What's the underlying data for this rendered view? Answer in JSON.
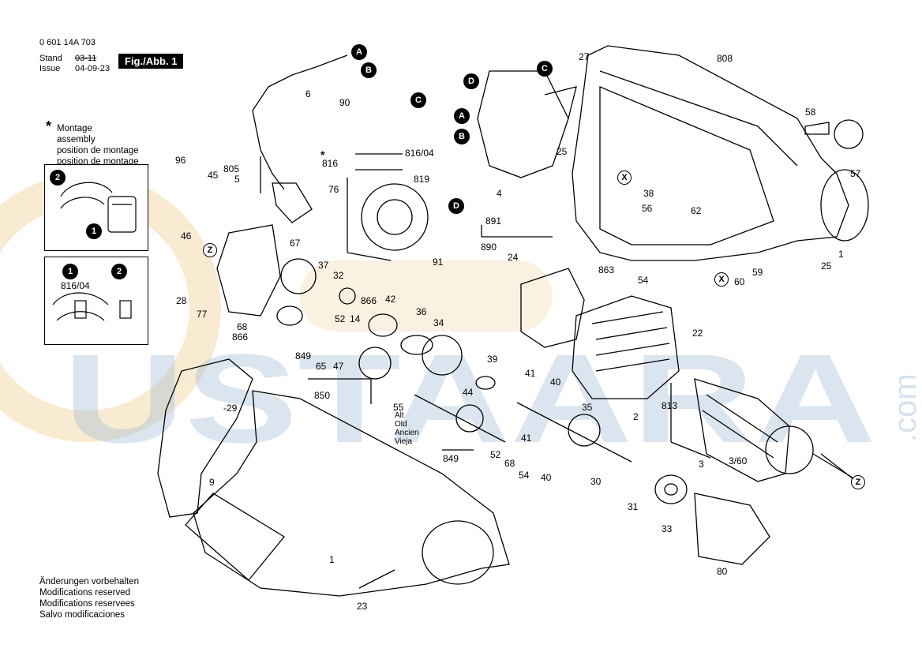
{
  "header": {
    "doc_number": "0 601 14A 703",
    "stand_label": "Stand",
    "stand_value": "03-11",
    "issue_label": "Issue",
    "issue_value": "04-09-23",
    "figure_label": "Fig./Abb. 1"
  },
  "watermark": {
    "text": "USTAARA",
    "suffix": ".com",
    "color": "#9ab7d3"
  },
  "assembly_note": {
    "symbol": "*",
    "lines": [
      "Montage",
      "assembly",
      "position de montage",
      "position de montage"
    ]
  },
  "inset": {
    "step1": "1",
    "step2": "2",
    "part": "816/04"
  },
  "letters": {
    "A": "A",
    "B": "B",
    "C": "C",
    "D": "D",
    "X": "X",
    "Z": "Z"
  },
  "old_version": {
    "lines": [
      "Alt",
      "Old",
      "Ancien",
      "Vieja"
    ]
  },
  "footer": {
    "lines": [
      "Änderungen vorbehalten",
      "Modifications reserved",
      "Modifications reservees",
      "Salvo modificaciones"
    ]
  },
  "labels": {
    "p1a": "1",
    "p1b": "1",
    "p2": "2",
    "p3": "3",
    "p360": "3/60",
    "p4": "4",
    "p5": "5",
    "p6": "6",
    "p9": "9",
    "p14": "14",
    "p22": "22",
    "p23": "23",
    "p24": "24",
    "p25a": "25",
    "p25b": "25",
    "p27": "27",
    "p28": "28",
    "p29": "-29",
    "p30": "30",
    "p31": "31",
    "p32": "32",
    "p33": "33",
    "p34": "34",
    "p35": "35",
    "p36": "36",
    "p37": "37",
    "p38": "38",
    "p39": "39",
    "p40a": "40",
    "p40b": "40",
    "p41a": "41",
    "p41b": "41",
    "p42": "42",
    "p44": "44",
    "p45": "45",
    "p46": "46",
    "p47": "47",
    "p52a": "52",
    "p52b": "52",
    "p54a": "54",
    "p54b": "54",
    "p55": "55",
    "p56": "56",
    "p57": "57",
    "p58": "58",
    "p59": "59",
    "p60": "60",
    "p62": "62",
    "p65": "65",
    "p67": "67",
    "p68a": "68",
    "p68b": "68",
    "p76": "76",
    "p77": "77",
    "p80": "80",
    "p805": "805",
    "p808": "808",
    "p813": "813",
    "p816": "816",
    "p81604": "816/04",
    "p819": "819",
    "p849a": "849",
    "p849b": "849",
    "p850": "850",
    "p863": "863",
    "p866a": "866",
    "p866b": "866",
    "p890": "890",
    "p891": "891",
    "p90": "90",
    "p91": "91",
    "p96": "96"
  }
}
